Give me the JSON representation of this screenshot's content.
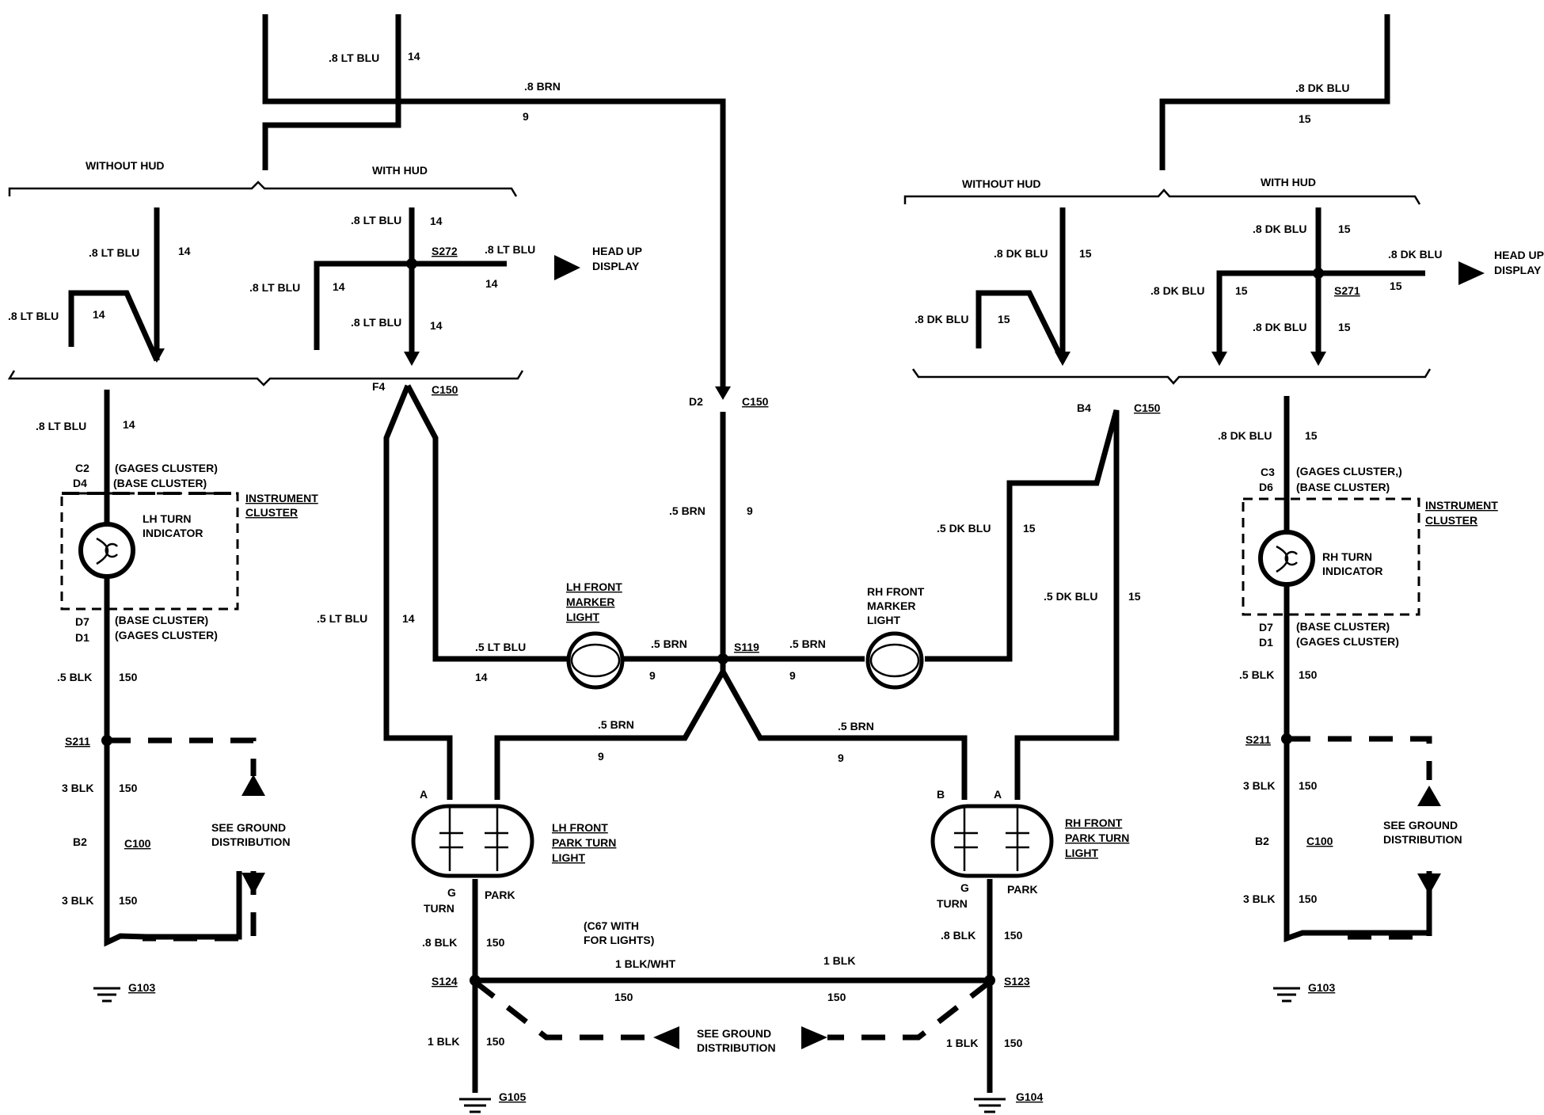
{
  "labels": {
    "w_lt_blu_8": ".8 LT BLU",
    "w_lt_blu_5": ".5 LT BLU",
    "w_dk_blu_8": ".8 DK BLU",
    "w_dk_blu_5": ".5 DK BLU",
    "w_brn_8": ".8 BRN",
    "w_brn_5": ".5 BRN",
    "w_brn_5b": ".5  BRN",
    "w_blk_5": ".5 BLK",
    "w_blk_3": "3 BLK",
    "w_blk_8": ".8 BLK",
    "w_blk_1": "1 BLK",
    "w_blk_wht_1": "1 BLK/WHT",
    "n9": "9",
    "n14": "14",
    "n15": "15",
    "n150": "150",
    "without_hud": "WITHOUT HUD",
    "with_hud": "WITH HUD",
    "head_up_1": "HEAD UP",
    "display": "DISPLAY",
    "s272": "S272",
    "s271": "S271",
    "s119": "S119",
    "s211": "S211",
    "s124": "S124",
    "s123": "S123",
    "c150": "C150",
    "c100": "C100",
    "f4": "F4",
    "d2": "D2",
    "b4": "B4",
    "b2": "B2",
    "c2": "C2",
    "d4": "D4",
    "c3": "C3",
    "d6": "D6",
    "d7": "D7",
    "d1": "D1",
    "pin_a": "A",
    "pin_b": "B",
    "pin_g": "G",
    "gages_cluster": "(GAGES CLUSTER)",
    "gages_cluster_r": "(GAGES CLUSTER,)",
    "base_cluster": "(BASE CLUSTER)",
    "base_cluster_l": "(BASE CLUSTER)",
    "instrument": "INSTRUMENT",
    "cluster": "CLUSTER",
    "lh_turn": "LH TURN",
    "rh_turn": "RH TURN",
    "indicator": "INDICATOR",
    "lh_front": "LH FRONT",
    "rh_front": "RH FRONT",
    "marker": "MARKER",
    "light": "LIGHT",
    "park_turn": "PARK TURN",
    "turn": "TURN",
    "park": "PARK",
    "see_ground": "SEE GROUND",
    "distribution": "DISTRIBUTION",
    "c67_1": "(C67 WITH",
    "c67_2": "FOR LIGHTS)",
    "g103": "G103",
    "g105": "G105",
    "g104": "G104"
  }
}
